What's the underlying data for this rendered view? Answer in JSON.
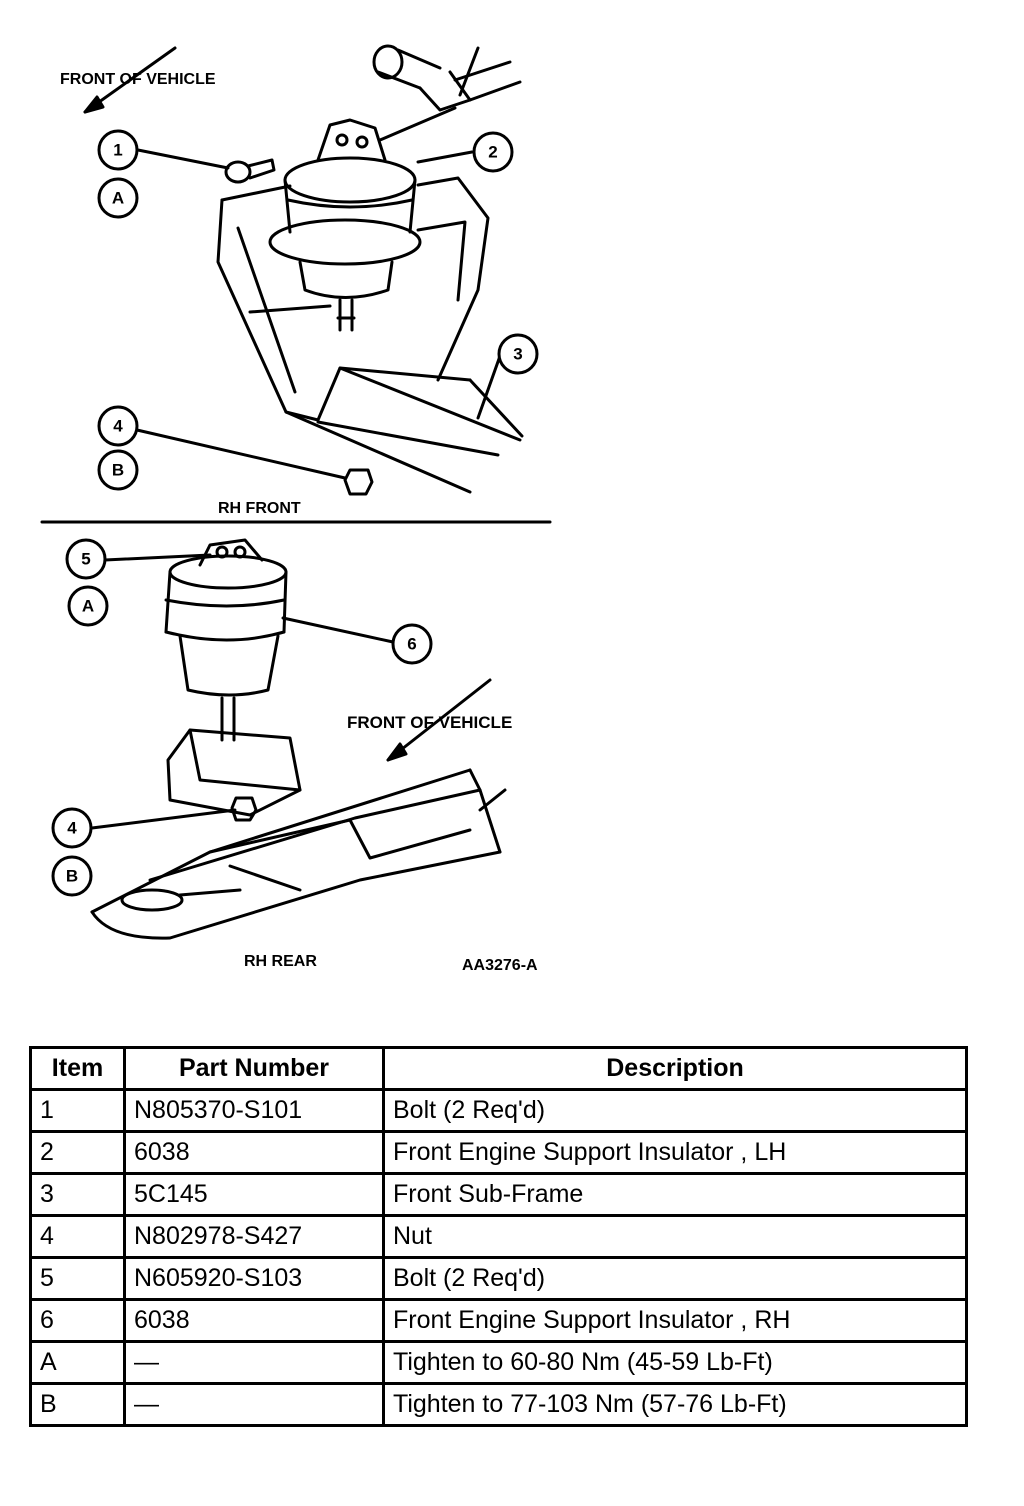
{
  "diagram": {
    "top_front_label": "FRONT OF VEHICLE",
    "top_caption": "RH FRONT",
    "bottom_front_label": "FRONT OF VEHICLE",
    "bottom_caption": "RH REAR",
    "figure_id": "AA3276-A",
    "callouts": {
      "c1": "1",
      "c2": "2",
      "c3": "3",
      "c4": "4",
      "cA1": "A",
      "cB1": "B",
      "c5": "5",
      "cA2": "A",
      "c6": "6",
      "c4b": "4",
      "cB2": "B"
    }
  },
  "table": {
    "headers": {
      "item": "Item",
      "part": "Part Number",
      "desc": "Description"
    },
    "rows": [
      {
        "item": "1",
        "part": "N805370-S101",
        "desc": "Bolt (2 Req'd)"
      },
      {
        "item": "2",
        "part": "6038",
        "desc": "Front Engine Support Insulator , LH"
      },
      {
        "item": "3",
        "part": "5C145",
        "desc": "Front Sub-Frame"
      },
      {
        "item": "4",
        "part": "N802978-S427",
        "desc": "Nut"
      },
      {
        "item": "5",
        "part": "N605920-S103",
        "desc": "Bolt (2 Req'd)"
      },
      {
        "item": "6",
        "part": "6038",
        "desc": "Front Engine Support Insulator , RH"
      },
      {
        "item": "A",
        "part": "—",
        "desc": "Tighten to 60-80 Nm (45-59 Lb-Ft)"
      },
      {
        "item": "B",
        "part": "—",
        "desc": "Tighten to 77-103 Nm (57-76 Lb-Ft)"
      }
    ]
  }
}
